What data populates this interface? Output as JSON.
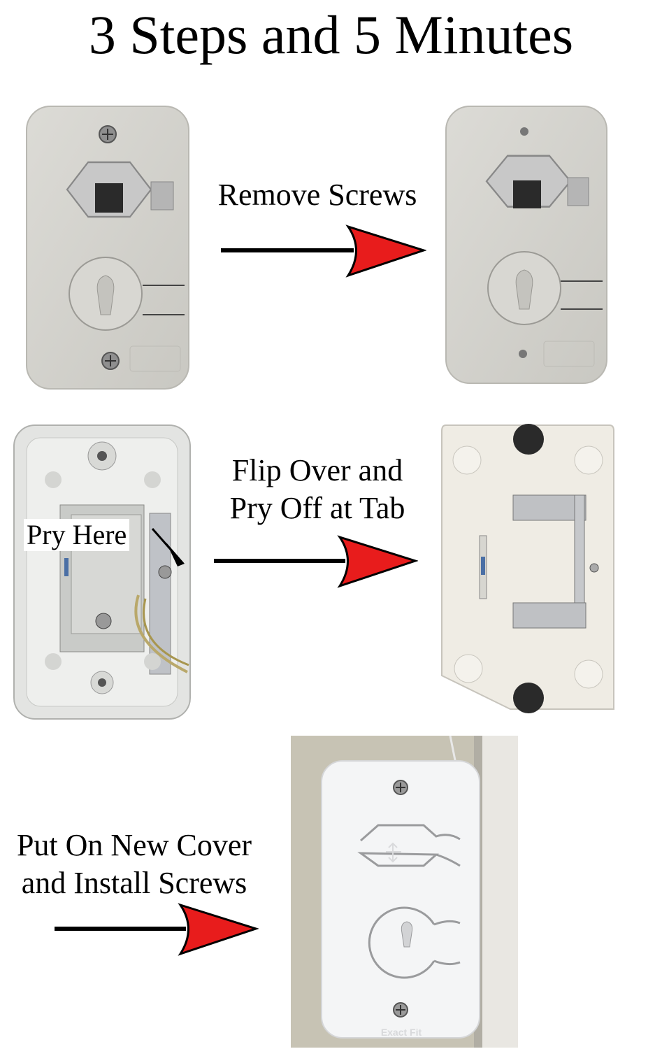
{
  "title": "3 Steps and 5 Minutes",
  "steps": [
    {
      "caption_lines": [
        "Remove Screws"
      ]
    },
    {
      "caption_lines": [
        "Flip Over and",
        "Pry Off at Tab"
      ],
      "callout": "Pry Here"
    },
    {
      "caption_lines": [
        "Put On New Cover",
        "and Install Screws"
      ]
    }
  ],
  "cover_brand": "Exact Fit",
  "colors": {
    "arrow_head": "#e81c1c",
    "arrow_shaft": "#000000",
    "old_cover": "#d6d5d0",
    "new_cover": "#f4f5f6"
  }
}
